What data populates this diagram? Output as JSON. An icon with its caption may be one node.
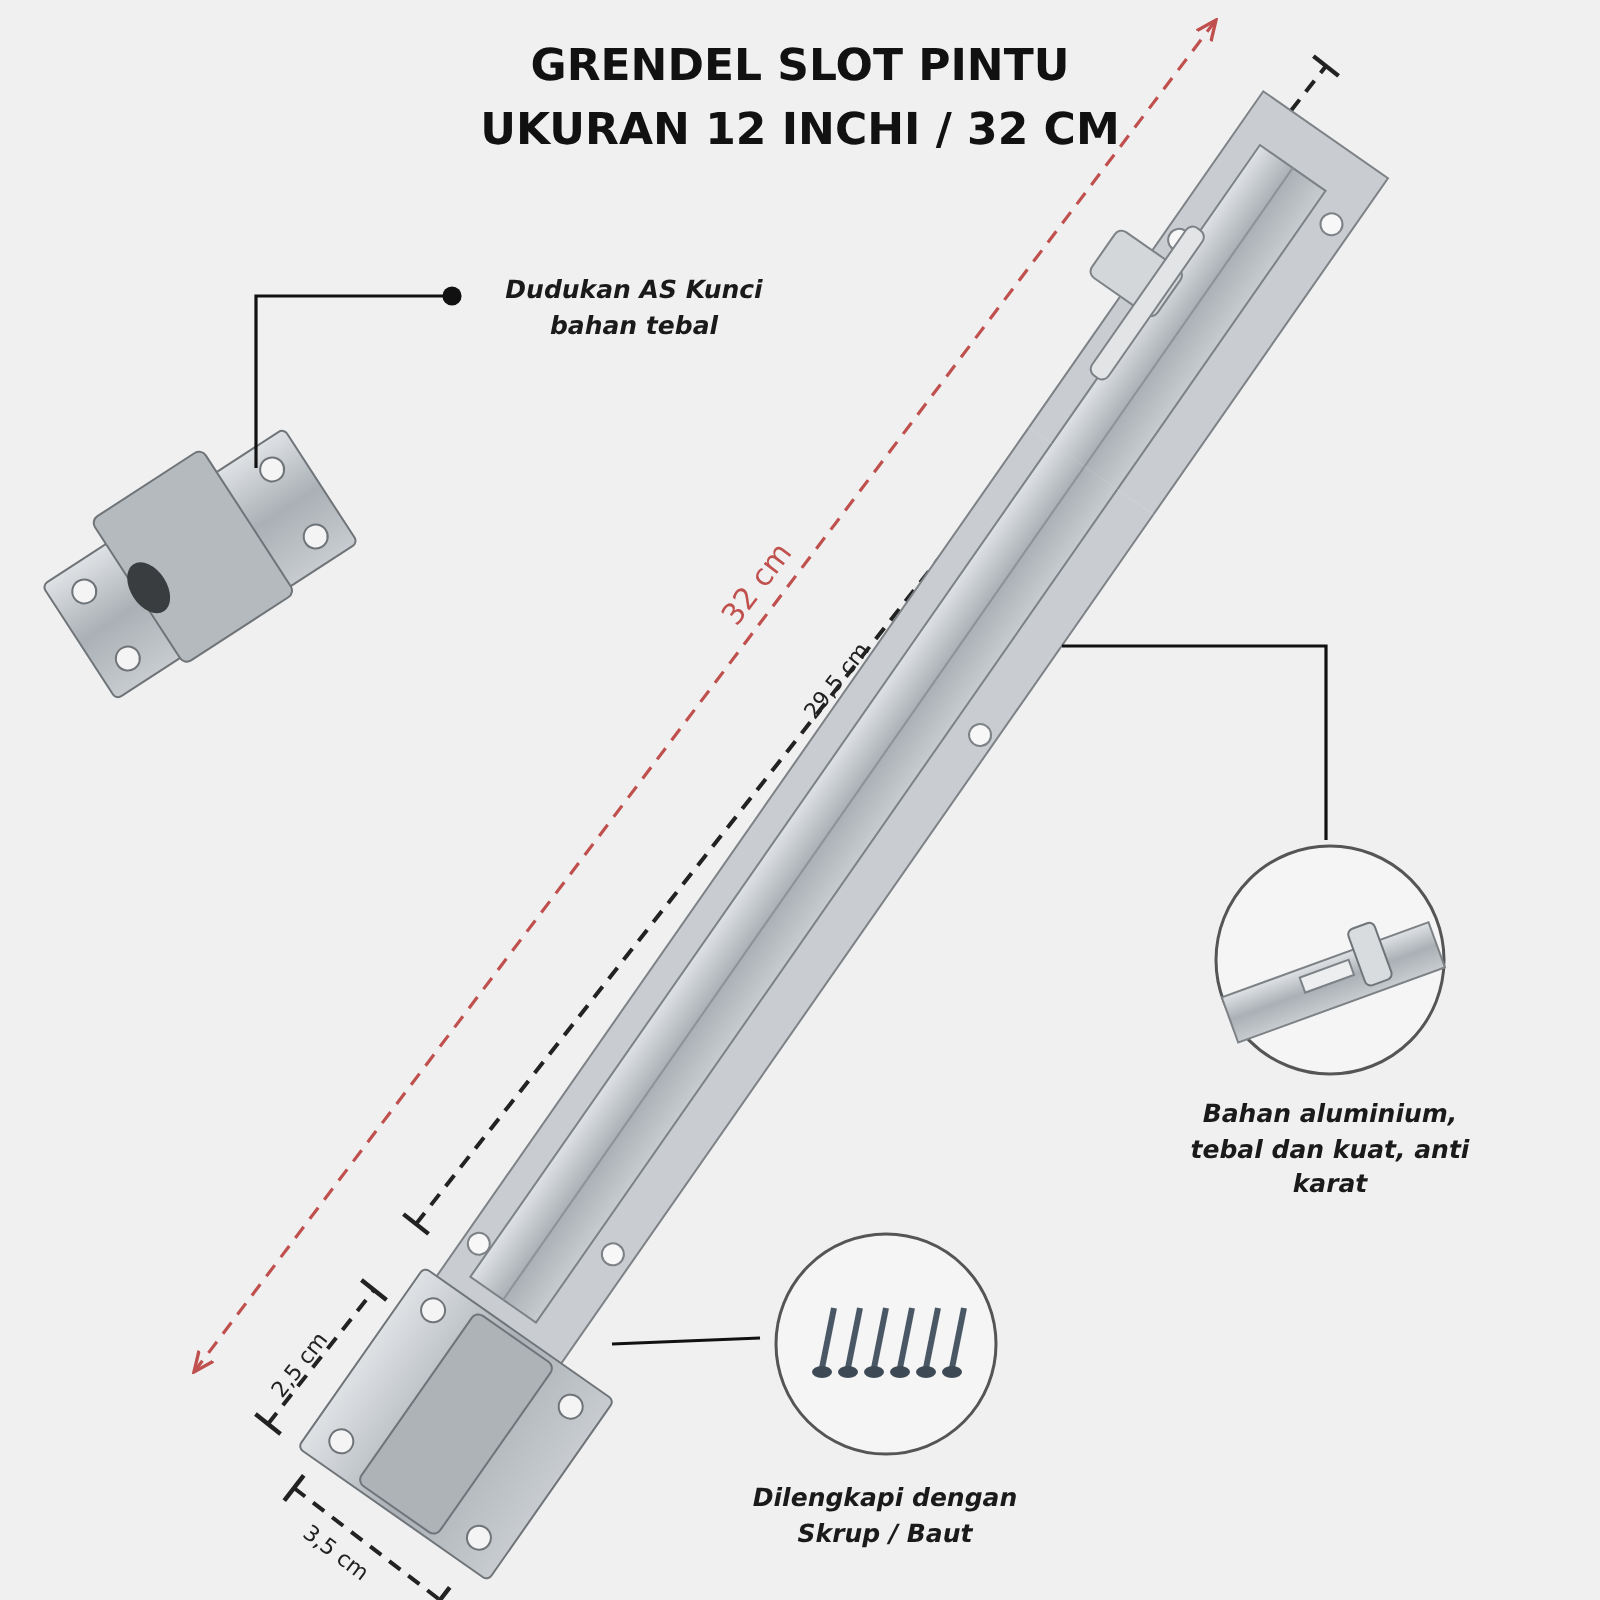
{
  "diagram": {
    "title": "GRENDEL SLOT PINTU UKURAN 12 INCHI / 32 CM",
    "nodes": [
      {
        "text": [
          "Dudukan AS Kunci bahan tebal"
        ]
      },
      {
        "text": [],
        "shape": "picture"
      },
      {
        "text": [],
        "shape": "picture"
      },
      {
        "text": [
          "Bahan aluminium, tebal dan kuat, anti karat"
        ]
      },
      {
        "text": [
          "Dilengkapi dengan Skrup / Baut"
        ]
      },
      {
        "text": [],
        "shape": "picture"
      }
    ],
    "edges": [
      {
        "from": 0,
        "to": 1,
        "arrow": "other"
      },
      {
        "from": 2,
        "to": 3,
        "arrow": "none"
      },
      {
        "from": 2,
        "to": 4,
        "arrow": "none"
      }
    ],
    "labels": [
      "32 cm",
      "29,5 cm",
      "2,5 cm",
      "3,5 cm"
    ]
  }
}
